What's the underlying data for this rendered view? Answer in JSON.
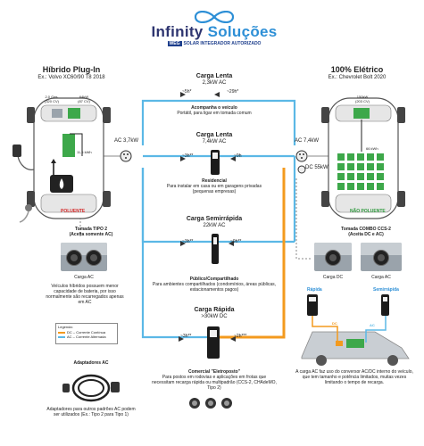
{
  "header": {
    "brand_main": "Infinity ",
    "brand_accent": "Soluções",
    "weg": "WEG",
    "subtitle": "SOLAR INTEGRADOR AUTORIZADO"
  },
  "left_car": {
    "title": "Híbrido Plug-In",
    "example": "Ex.: Volvo XC60/90 T8 2018",
    "engine_label": "2.0 Gas.",
    "engine_power": "(320 CV)",
    "motor_power": "64kW",
    "motor_cv": "(87 CV)",
    "battery": "11,6 kWh",
    "pollutant": "POLUENTE",
    "input": "AC 3,7kW"
  },
  "right_car": {
    "title": "100% Elétrico",
    "example": "Ex.: Chevrolet Bolt 2020",
    "motor_power": "150kW",
    "motor_cv": "(203 CV)",
    "battery": "66 kWh",
    "non_pollutant": "NÃO POLUENTE",
    "input_ac": "AC 7,4kW",
    "input_dc": "DC 55kW"
  },
  "tipo2": {
    "title": "Tomada TIPO 2",
    "subtitle": "(Aceita somente AC)",
    "caption": "Carga AC",
    "description": "Veículos híbridos possuem menor capacidade de bateria, por isso normalmente são recarregados apenas em AC"
  },
  "ccs2": {
    "title": "Tomada COMBO CCS-2",
    "subtitle": "(Aceita DC e AC)",
    "caption_dc": "Carga DC",
    "caption_ac": "Carga AC",
    "fast_label": "Rápida",
    "slow_label": "Semirrápida",
    "dc_tag": "DC",
    "ac_tag": "AC",
    "description": "A carga AC faz uso do conversor AC/DC interno do veículo, que tem tamanho e potência limitados, muitas vezes limitando o tempo de recarga."
  },
  "legend": {
    "title": "Legenda:",
    "dc": "DC – Corrente Contínua",
    "ac": "AC – Corrente Alternada"
  },
  "adapters": {
    "title": "Adaptadores AC",
    "description": "Adaptadores para outros padrões AC podem ser utilizados (Ex.: Tipo 2 para Tipo 1)"
  },
  "levels": [
    {
      "title": "Carga Lenta",
      "power": "2,3kW AC",
      "time_left": "~5h*",
      "time_right": "~29h*",
      "kind": "Acompanha o veículo",
      "description": "Portátil, para ligar em tomada comum"
    },
    {
      "title": "Carga Lenta",
      "power": "7,4kW AC",
      "time_left": "~3h**",
      "time_right": "~9h",
      "kind": "Residencial",
      "description": "Para instalar em casa ou em garagens privadas (pequenas empresas)"
    },
    {
      "title": "Carga Semirrápida",
      "power": "22kW AC",
      "time_left": "~3h**",
      "time_right": "~9h**",
      "kind": "Público/Compartilhado",
      "description": "Para ambientes compartilhados (condomínios, áreas públicas, estacionamentos pagos)"
    },
    {
      "title": "Carga Rápida",
      "power": ">30kW DC",
      "time_left": "~3h**",
      "time_right": "~2h***",
      "kind": "Comercial \"Eletroposto\"",
      "description": "Para postos em rodovias e aplicações em frotas que necessitam recarga rápida ou multipadrão (CCS-2, CHAdeMO, Tipo 2)"
    }
  ],
  "colors": {
    "ac": "#5bb8e6",
    "dc": "#f39a1e",
    "wire": "#8a8a8a",
    "pollutant": "#d42a2a",
    "green": "#2f9a3e"
  }
}
